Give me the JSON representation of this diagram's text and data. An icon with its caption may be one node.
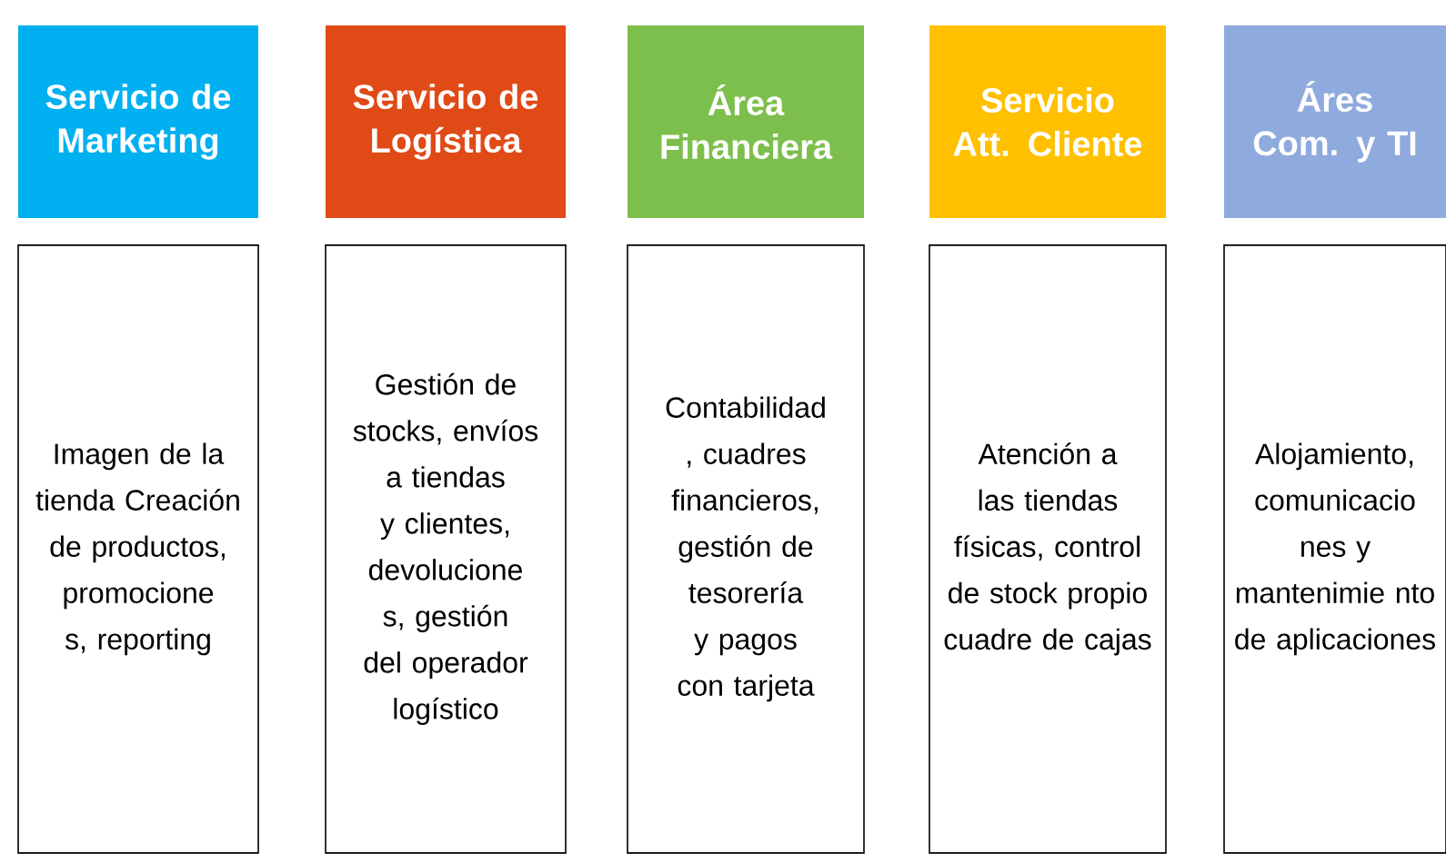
{
  "diagram": {
    "nodes": [
      {
        "text": [
          "Servicio de Marketing"
        ]
      },
      {
        "text": [
          "Servicio de Logística"
        ]
      },
      {
        "text": [
          "Área Financiera"
        ]
      },
      {
        "text": [
          "Servicio Att. Cliente"
        ]
      },
      {
        "text": [
          "Áres Com. y TI"
        ]
      },
      {
        "text": [
          "Imagen de la tienda Creación de productos, promocione s, reporting"
        ]
      },
      {
        "text": [
          "Gestión de stocks, envíos a tiendas y clientes, devolucione s, gestión del operador logístico"
        ]
      },
      {
        "text": [
          "Contabilidad , cuadres financieros, gestión de tesorería y pagos con tarjeta"
        ]
      },
      {
        "text": [
          "Atención a las tiendas físicas, control de stock propio cuadre de cajas"
        ]
      },
      {
        "text": [
          "Alojamiento, comunicacio nes y mantenimie nto de aplicaciones"
        ]
      }
    ]
  }
}
